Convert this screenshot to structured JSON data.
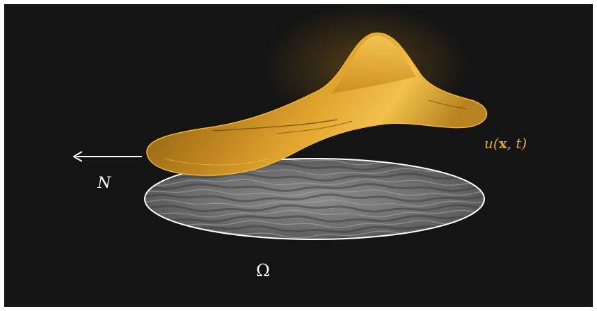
{
  "labels": {
    "surface_function": "u(x, t)",
    "surface_function_parts": [
      "u(",
      "x",
      ", ",
      "t",
      ")"
    ],
    "normal": "N",
    "domain": "Ω"
  },
  "colors": {
    "background": "#141414",
    "surface": "#e6a92e",
    "surface_dark": "#8a5a12",
    "domain_fill": "#7a7a7a",
    "domain_edge": "#ffffff",
    "arrow": "#ffffff",
    "label_text": "#ffffff"
  }
}
